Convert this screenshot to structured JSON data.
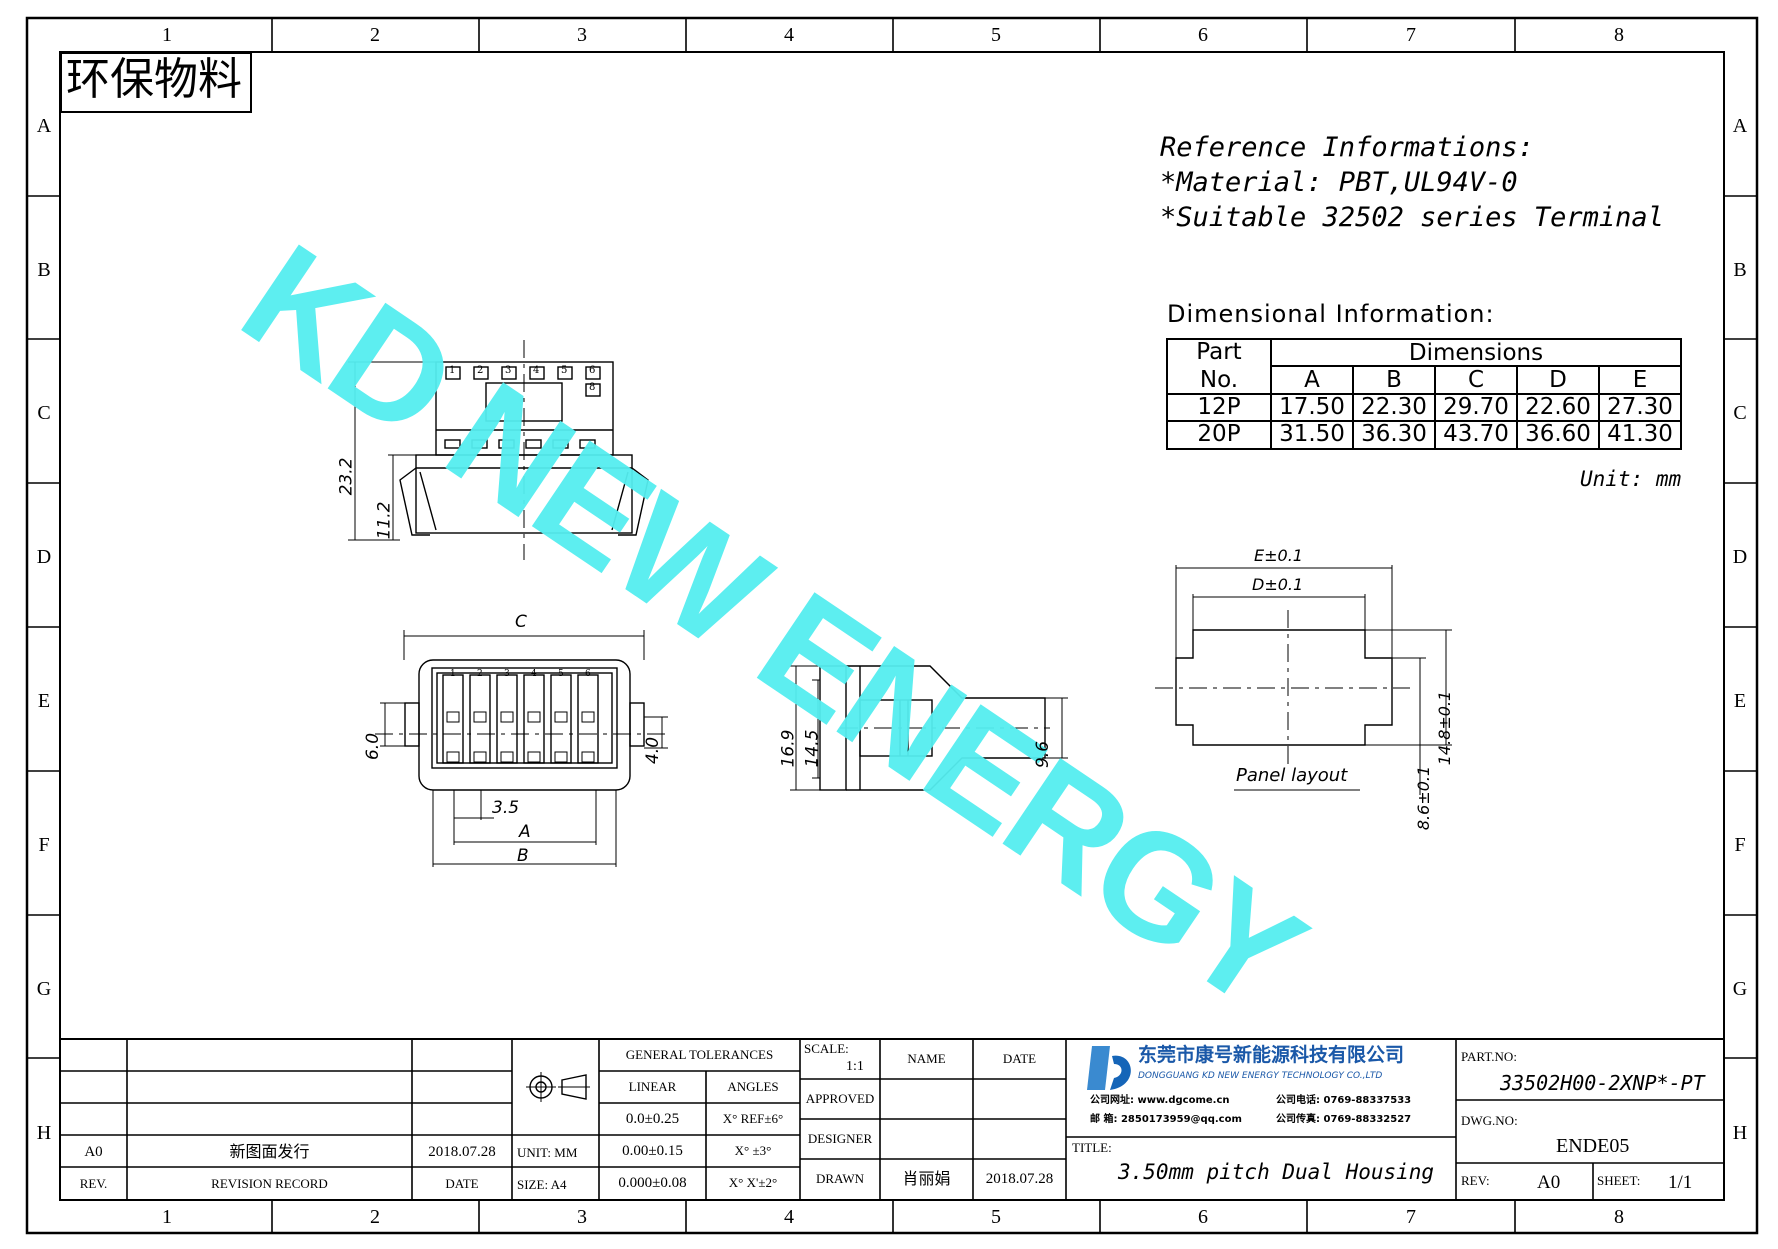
{
  "drawing": {
    "zone_columns": [
      "1",
      "2",
      "3",
      "4",
      "5",
      "6",
      "7",
      "8"
    ],
    "zone_rows": [
      "A",
      "B",
      "C",
      "D",
      "E",
      "F",
      "G",
      "H"
    ],
    "eco_label": "环保物料",
    "watermark": "KD NEW ENERGY",
    "watermark_color": "#55eef0"
  },
  "reference": {
    "line1": "Reference Informations:",
    "line2": "*Material: PBT,UL94V-0",
    "line3": "*Suitable 32502 series Terminal"
  },
  "dimensional": {
    "title": "Dimensional Information:",
    "part_header_1": "Part",
    "part_header_2": "No.",
    "dims_header": "Dimensions",
    "columns": [
      "A",
      "B",
      "C",
      "D",
      "E"
    ],
    "rows": [
      {
        "part": "12P",
        "values": [
          "17.50",
          "22.30",
          "29.70",
          "22.60",
          "27.30"
        ]
      },
      {
        "part": "20P",
        "values": [
          "31.50",
          "36.30",
          "43.70",
          "36.60",
          "41.30"
        ]
      }
    ],
    "unit": "Unit: mm"
  },
  "views": {
    "top": {
      "dim_height": "23.2",
      "dim_lower": "11.2",
      "pin_labels": [
        "1",
        "2",
        "3",
        "4",
        "5",
        "6",
        "8"
      ]
    },
    "front": {
      "dim_c": "C",
      "dim_left": "6.0",
      "dim_right": "4.0",
      "dim_pitch": "3.5",
      "dim_a": "A",
      "dim_b": "B",
      "pin_labels": [
        "1",
        "2",
        "3",
        "4",
        "5",
        "6"
      ]
    },
    "side": {
      "dim_outer": "16.9",
      "dim_inner": "14.5",
      "dim_tail": "9.6"
    },
    "panel": {
      "dim_e": "E±0.1",
      "dim_d": "D±0.1",
      "dim_h1": "14.8±0.1",
      "dim_h2": "8.6±0.1",
      "caption": "Panel layout"
    }
  },
  "title_block": {
    "rev_a0": "A0",
    "revision_text": "新图面发行",
    "revision_date": "2018.07.28",
    "rev_header": "REV.",
    "revision_record_header": "REVISION RECORD",
    "date_header": "DATE",
    "unit": "UNIT: MM",
    "size": "SIZE: A4",
    "general_tolerances": "GENERAL TOLERANCES",
    "linear": "LINEAR",
    "angles": "ANGLES",
    "lin1": "0.0±0.25",
    "lin2": "0.00±0.15",
    "lin3": "0.000±0.08",
    "ang1": "X° REF±6°",
    "ang2": "X° ±3°",
    "ang3": "X° X'±2°",
    "scale_label": "SCALE:",
    "scale_value": "1:1",
    "name_header": "NAME",
    "date_header2": "DATE",
    "approved": "APPROVED",
    "designer": "DESIGNER",
    "drawn": "DRAWN",
    "drawn_name": "肖丽娟",
    "drawn_date": "2018.07.28",
    "company_cn": "东莞市康号新能源科技有限公司",
    "company_en": "DONGGUANG KD NEW ENERGY TECHNOLOGY CO.,LTD",
    "contact1a": "公司网址: www.dgcome.cn",
    "contact1b": "公司电话: 0769-88337533",
    "contact2a": "邮    箱: 2850173959@qq.com",
    "contact2b": "公司传真: 0769-88332527",
    "title_label": "TITLE:",
    "title_value": "3.50mm pitch Dual Housing",
    "part_no_label": "PART.NO:",
    "part_no_value": "33502H00-2XNP*-PT",
    "dwg_no_label": "DWG.NO:",
    "dwg_no_value": "ENDE05",
    "rev_label": "REV:",
    "rev_value": "A0",
    "sheet_label": "SHEET:",
    "sheet_value": "1/1"
  }
}
